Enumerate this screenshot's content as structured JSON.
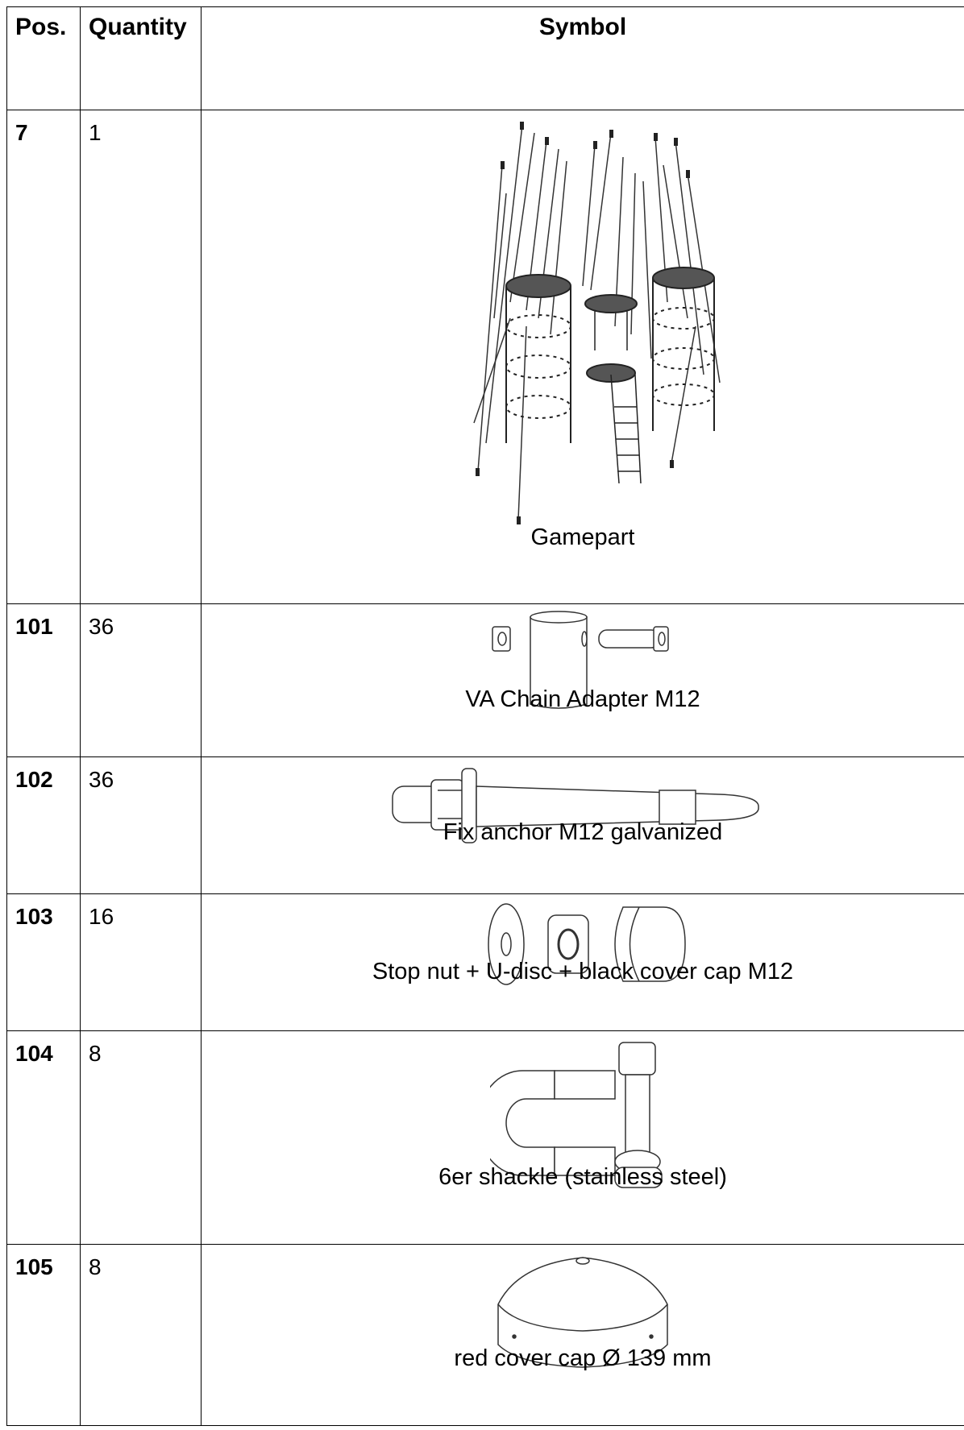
{
  "header": {
    "pos": "Pos.",
    "quantity": "Quantity",
    "symbol": "Symbol"
  },
  "rows": [
    {
      "pos": "7",
      "quantity": "1",
      "caption": "Gamepart",
      "icon": "playground-climbing-structure-icon"
    },
    {
      "pos": "101",
      "quantity": "36",
      "caption": "VA Chain Adapter M12",
      "icon": "chain-adapter-icon"
    },
    {
      "pos": "102",
      "quantity": "36",
      "caption": "Fix anchor M12 galvanized",
      "icon": "fix-anchor-icon"
    },
    {
      "pos": "103",
      "quantity": "16",
      "caption": "Stop nut + U-disc + black cover cap M12",
      "icon": "stop-nut-disc-cap-icon"
    },
    {
      "pos": "104",
      "quantity": "8",
      "caption": "6er shackle (stainless steel)",
      "icon": "shackle-icon"
    },
    {
      "pos": "105",
      "quantity": "8",
      "caption": "red cover cap Ø 139 mm",
      "icon": "cover-cap-icon"
    }
  ]
}
